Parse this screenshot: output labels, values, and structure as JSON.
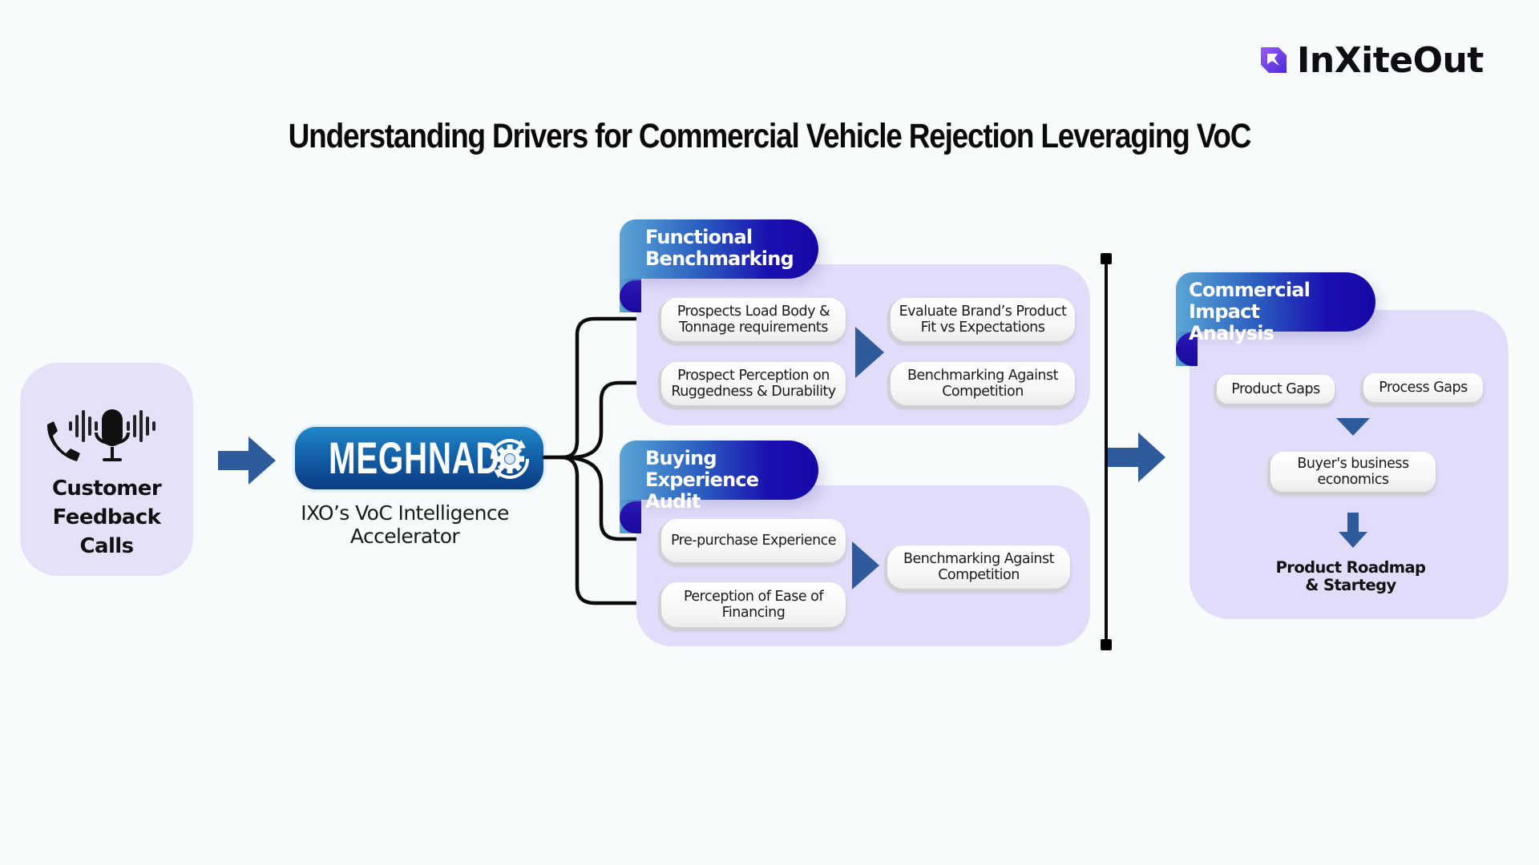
{
  "brand": {
    "name": "InXiteOut",
    "icon": "inxiteout-logo-icon",
    "colors": {
      "logo_gradient_start": "#8a4df5",
      "logo_gradient_end": "#4b2ad8"
    }
  },
  "title": "Understanding Drivers for Commercial Vehicle Rejection Leveraging VoC",
  "source": {
    "icon": "phone-microphone-soundwave-icon",
    "label_lines": [
      "Customer",
      "Feedback",
      "Calls"
    ]
  },
  "accelerator": {
    "name": "MEGHNAD",
    "icon": "gear-cycle-icon",
    "caption_lines": [
      "IXO’s VoC Intelligence",
      "Accelerator"
    ]
  },
  "sections": [
    {
      "title_lines": [
        "Functional",
        "Benchmarking"
      ],
      "inputs": [
        [
          "Prospects Load Body &",
          "Tonnage requirements"
        ],
        [
          "Prospect Perception on",
          "Ruggedness & Durability"
        ]
      ],
      "outputs": [
        [
          "Evaluate Brand’s Product",
          "Fit vs Expectations"
        ],
        [
          "Benchmarking Against",
          "Competition"
        ]
      ]
    },
    {
      "title_lines": [
        "Buying Experience",
        "Audit"
      ],
      "inputs": [
        [
          "Pre-purchase Experience"
        ],
        [
          "Perception of Ease of",
          "Financing"
        ]
      ],
      "outputs": [
        [
          "Benchmarking Against",
          "Competition"
        ]
      ]
    }
  ],
  "impact": {
    "title_lines": [
      "Commercial Impact",
      "Analysis"
    ],
    "gaps": [
      "Product Gaps",
      "Process Gaps"
    ],
    "economics_lines": [
      "Buyer's business",
      "economics"
    ],
    "result_lines": [
      "Product Roadmap",
      "& Startegy"
    ]
  },
  "colors": {
    "background": "#f7fbfb",
    "panel": "#e0dcf9",
    "arrow": "#2f5a9c",
    "header_gradient": [
      "#5aa6d6",
      "#1608a6"
    ],
    "connector": "#0b0b0b"
  }
}
